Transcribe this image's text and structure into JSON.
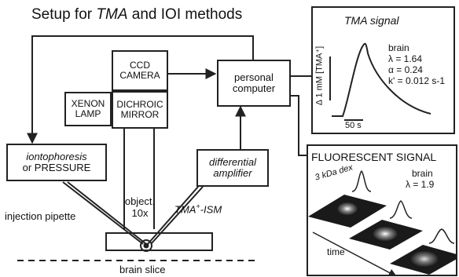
{
  "title": {
    "prefix": "Setup for ",
    "tma": "TMA",
    "suffix": " and IOI methods"
  },
  "boxes": {
    "ccd": [
      "CCD",
      "CAMERA"
    ],
    "xenon": [
      "XENON",
      "LAMP"
    ],
    "dichroic": [
      "DICHROIC",
      "MIRROR"
    ],
    "pc": [
      "personal",
      "computer"
    ],
    "ionto": {
      "line1": "iontophoresis",
      "line2": "or PRESSURE"
    },
    "diff": [
      "differential",
      "amplifier"
    ]
  },
  "labels": {
    "objective": [
      "object.",
      "10x"
    ],
    "injection_pipette": "injection pipette",
    "ism_prefix": "TMA",
    "ism_sup": "+",
    "ism_suffix": "-ISM",
    "brain_slice": "brain slice"
  },
  "tma_panel": {
    "title": "TMA signal",
    "ylabel": "Δ 1 mM [TMA⁺]",
    "scale": "50 s",
    "tissue": "brain",
    "params": [
      "λ = 1.64",
      "α = 0.24",
      "k' = 0.012 s-1"
    ]
  },
  "fluor_panel": {
    "title": "FLUORESCENT SIGNAL",
    "tissue": "brain",
    "param": "λ = 1.9",
    "dex": "3 kDa dex",
    "time": "time"
  }
}
